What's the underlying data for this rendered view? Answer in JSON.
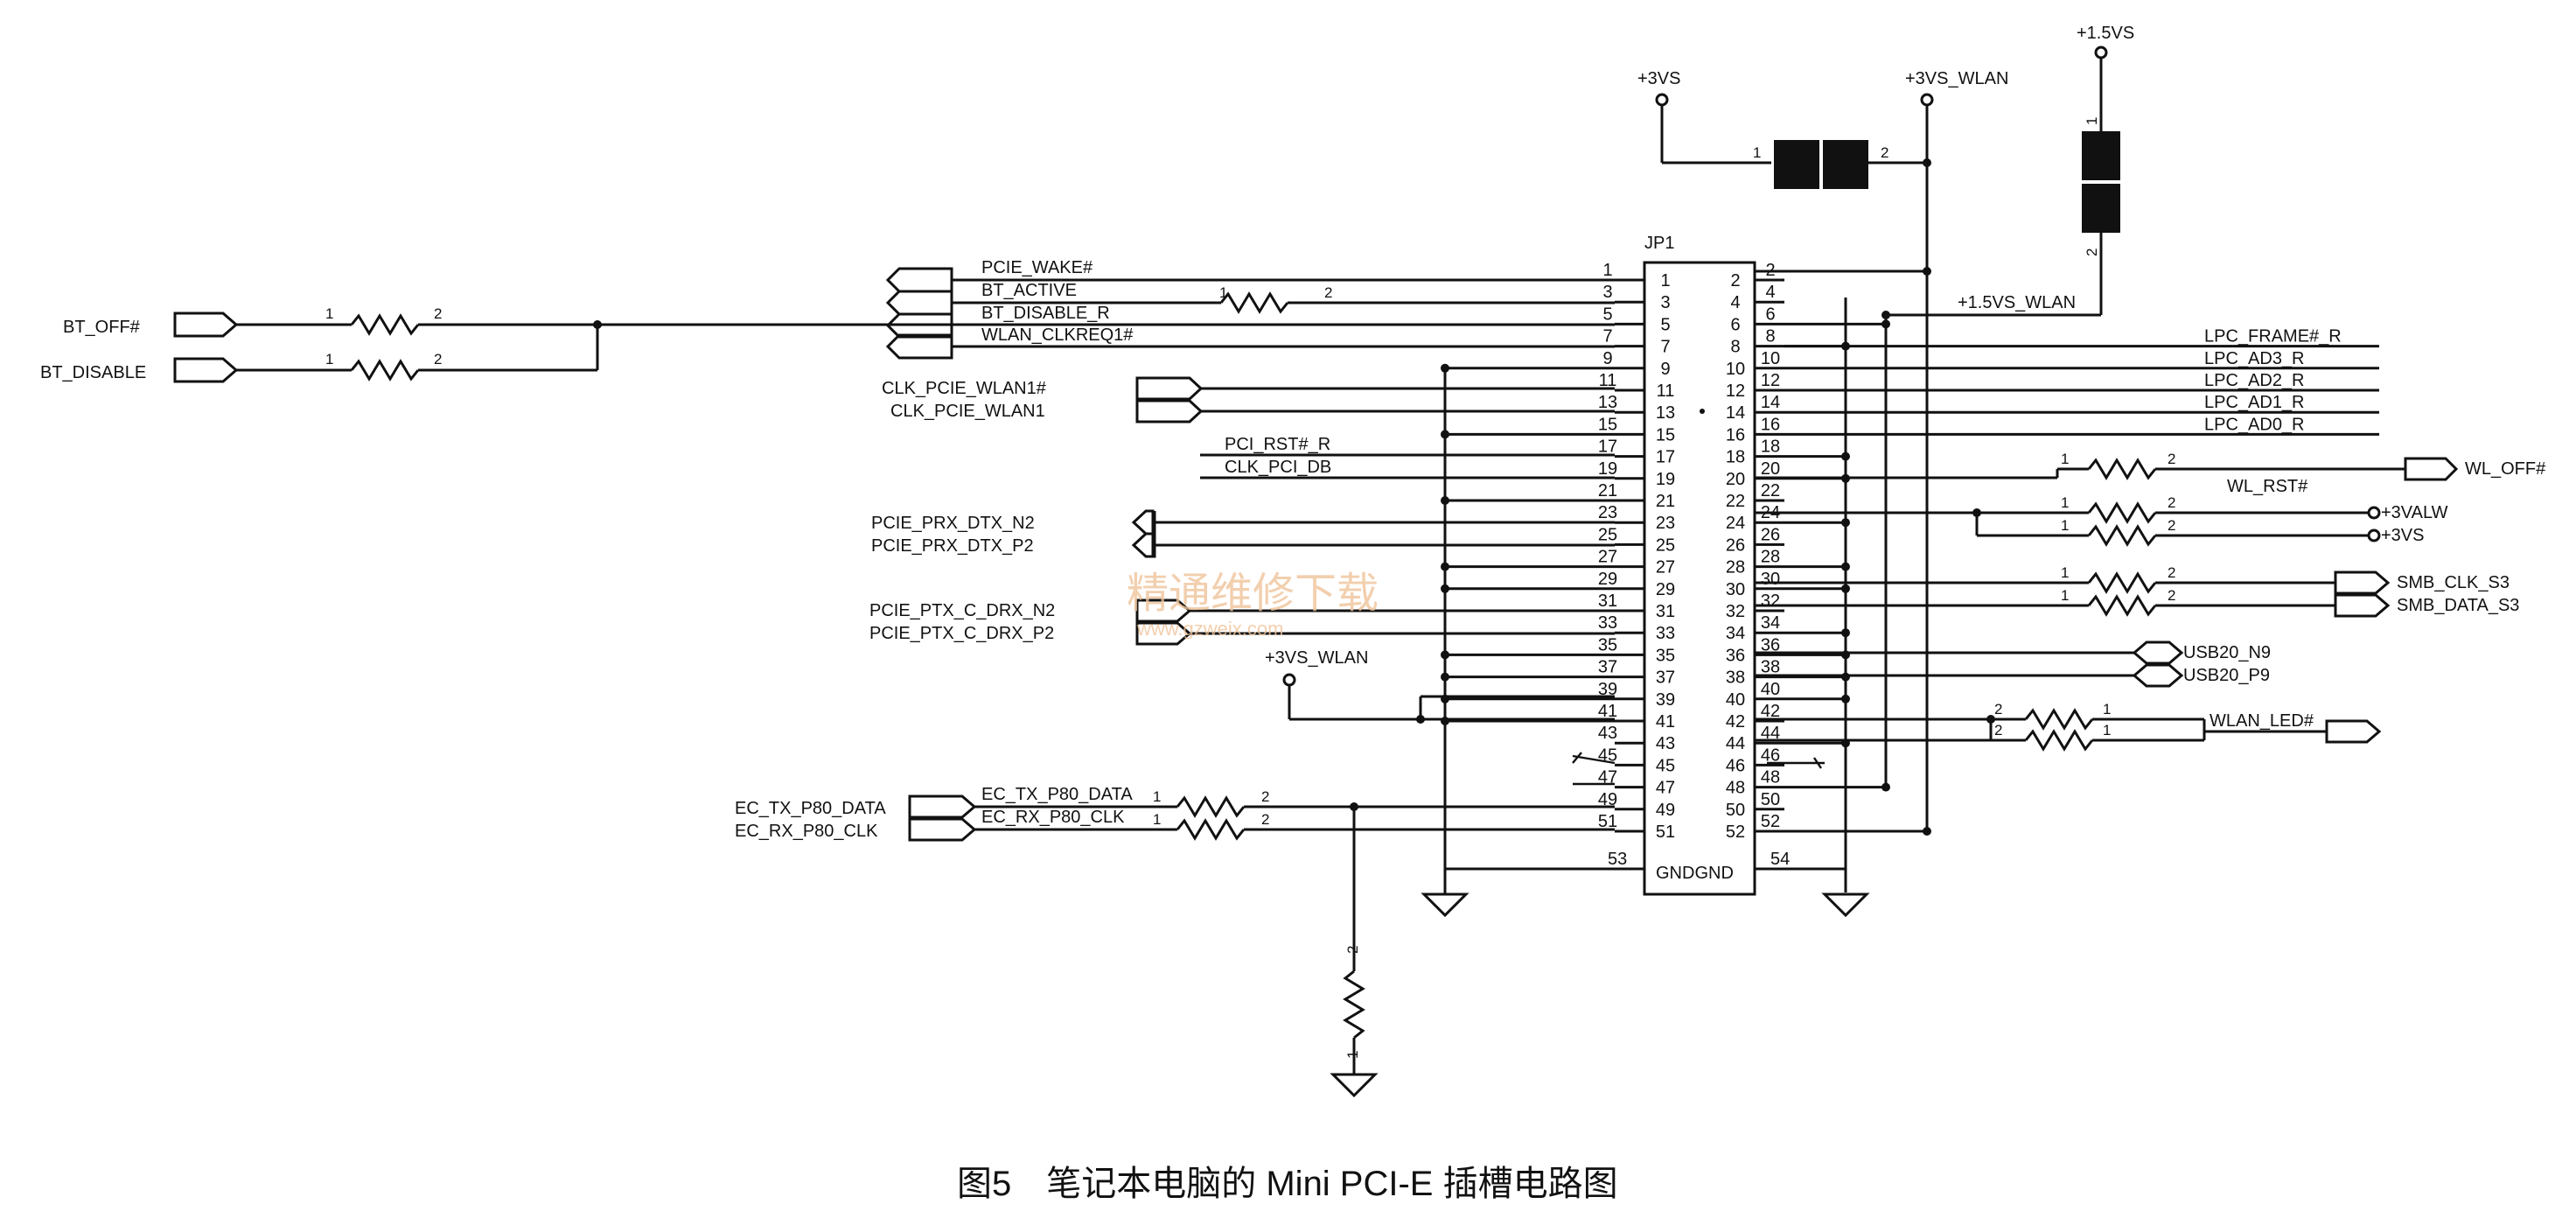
{
  "connector": {
    "ref": "JP1",
    "gnd_label": "GNDGND",
    "left_pins": [
      "1",
      "3",
      "5",
      "7",
      "9",
      "11",
      "13",
      "15",
      "17",
      "19",
      "21",
      "23",
      "25",
      "27",
      "29",
      "31",
      "33",
      "35",
      "37",
      "39",
      "41",
      "43",
      "45",
      "47",
      "49",
      "51"
    ],
    "right_pins": [
      "2",
      "4",
      "6",
      "8",
      "10",
      "12",
      "14",
      "16",
      "18",
      "20",
      "22",
      "24",
      "26",
      "28",
      "30",
      "32",
      "34",
      "36",
      "38",
      "40",
      "42",
      "44",
      "46",
      "48",
      "50",
      "52"
    ],
    "gnd_left": "53",
    "gnd_right": "54"
  },
  "power": {
    "p3vs": "+3VS",
    "p3vs_wlan": "+3VS_WLAN",
    "p15vs": "+1.5VS",
    "p15vs_wlan": "+1.5VS_WLAN",
    "p3vs_wlan_left": "+3VS_WLAN",
    "p3valw": "+3VALW",
    "p3vs_right": "+3VS"
  },
  "left_outer": {
    "bt_off": "BT_OFF#",
    "bt_disable": "BT_DISABLE",
    "ec_tx": "EC_TX_P80_DATA",
    "ec_rx": "EC_RX_P80_CLK"
  },
  "left_nets": {
    "pcie_wake": "PCIE_WAKE#",
    "bt_active": "BT_ACTIVE",
    "bt_disable_r": "BT_DISABLE_R",
    "wlan_clkreq": "WLAN_CLKREQ1#",
    "clk_wlan_n": "CLK_PCIE_WLAN1#",
    "clk_wlan_p": "CLK_PCIE_WLAN1",
    "pci_rst": "PCI_RST#_R",
    "clk_pci": "CLK_PCI_DB",
    "prx_n": "PCIE_PRX_DTX_N2",
    "prx_p": "PCIE_PRX_DTX_P2",
    "ptx_n": "PCIE_PTX_C_DRX_N2",
    "ptx_p": "PCIE_PTX_C_DRX_P2",
    "ec_tx_inner": "EC_TX_P80_DATA",
    "ec_rx_inner": "EC_RX_P80_CLK"
  },
  "right_nets": {
    "lpc_frame": "LPC_FRAME#_R",
    "lpc_ad3": "LPC_AD3_R",
    "lpc_ad2": "LPC_AD2_R",
    "lpc_ad1": "LPC_AD1_R",
    "lpc_ad0": "LPC_AD0_R",
    "wl_off": "WL_OFF#",
    "wl_rst": "WL_RST#",
    "smb_clk": "SMB_CLK_S3",
    "smb_data": "SMB_DATA_S3",
    "usb_n": "USB20_N9",
    "usb_p": "USB20_P9",
    "wlan_led": "WLAN_LED#"
  },
  "resistor_pins": {
    "one": "1",
    "two": "2"
  },
  "watermark": {
    "cn": "精通维修下载",
    "url": "www.gzweix.com"
  },
  "caption": "图5　笔记本电脑的 Mini PCI-E 插槽电路图"
}
